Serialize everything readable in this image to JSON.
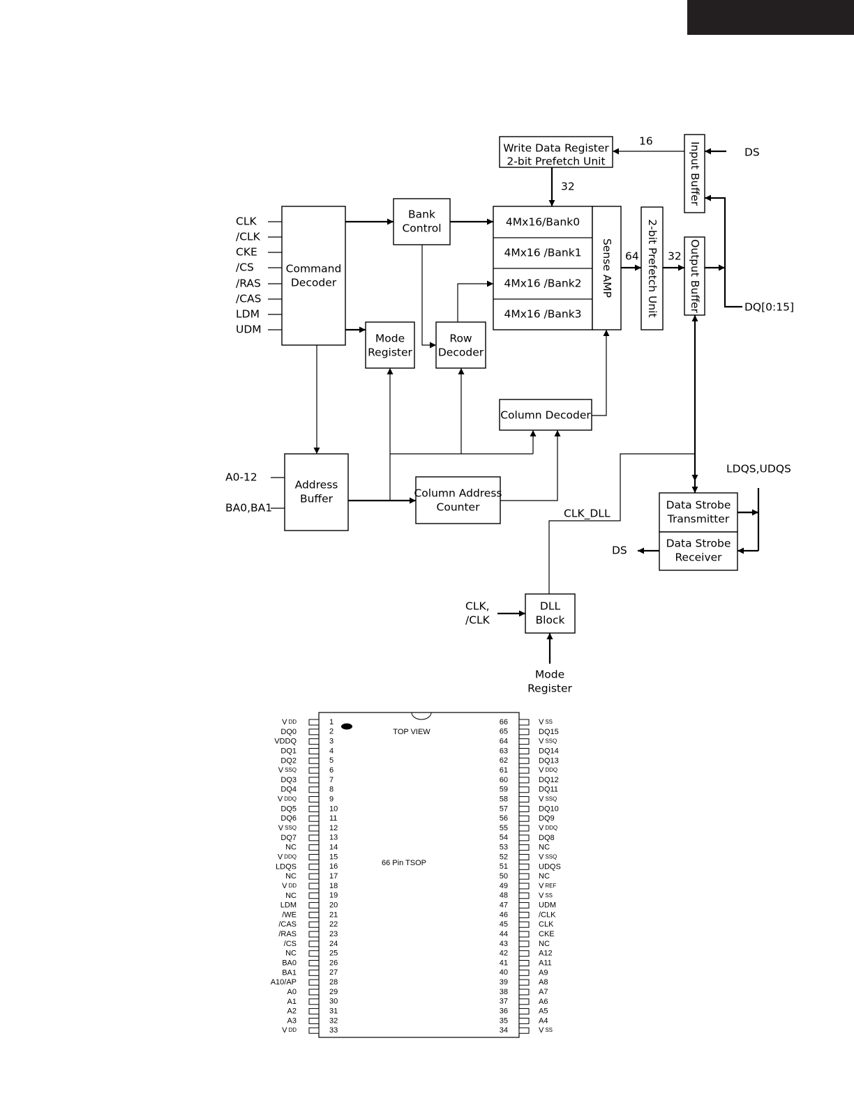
{
  "block_diagram": {
    "write_data_register": [
      "Write Data Register",
      "2-bit Prefetch Unit"
    ],
    "input_buffer": "Input Buffer",
    "output_buffer": "Output Buffer",
    "prefetch_unit": "2-bit Prefetch Unit",
    "sense_amp": "Sense AMP",
    "bank_control": [
      "Bank",
      "Control"
    ],
    "command_decoder": [
      "Command",
      "Decoder"
    ],
    "mode_register": [
      "Mode",
      "Register"
    ],
    "row_decoder": [
      "Row",
      "Decoder"
    ],
    "column_decoder": "Column Decoder",
    "address_buffer": [
      "Address",
      "Buffer"
    ],
    "column_address_counter": [
      "Column Address",
      "Counter"
    ],
    "data_strobe_transmitter": [
      "Data Strobe",
      "Transmitter"
    ],
    "data_strobe_receiver": [
      "Data Strobe",
      "Receiver"
    ],
    "dll_block": [
      "DLL",
      "Block"
    ],
    "banks": [
      "4Mx16/Bank0",
      "4Mx16 /Bank1",
      "4Mx16 /Bank2",
      "4Mx16 /Bank3"
    ],
    "command_signals": [
      "CLK",
      "/CLK",
      "CKE",
      "/CS",
      "/RAS",
      "/CAS",
      "LDM",
      "UDM"
    ],
    "address_signals": [
      "A0-12",
      "BA0,BA1"
    ],
    "bus_16": "16",
    "bus_32_wdr": "32",
    "bus_64": "64",
    "bus_32_out": "32",
    "ds_in": "DS",
    "ds_out": "DS",
    "dq": "DQ[0:15]",
    "ldqs_udqs": "LDQS,UDQS",
    "clk_dll": "CLK_DLL",
    "dll_clk_in": [
      "CLK,",
      "/CLK"
    ],
    "mode_register_in": [
      "Mode",
      "Register"
    ]
  },
  "pinout": {
    "top_view": "TOP VIEW",
    "package": "66 Pin TSOP",
    "left_pins": [
      {
        "num": "1",
        "name": "V",
        "sub": "DD"
      },
      {
        "num": "2",
        "name": "DQ0",
        "sub": ""
      },
      {
        "num": "3",
        "name": "VDDQ",
        "sub": ""
      },
      {
        "num": "4",
        "name": "DQ1",
        "sub": ""
      },
      {
        "num": "5",
        "name": "DQ2",
        "sub": ""
      },
      {
        "num": "6",
        "name": "V",
        "sub": "SSQ"
      },
      {
        "num": "7",
        "name": "DQ3",
        "sub": ""
      },
      {
        "num": "8",
        "name": "DQ4",
        "sub": ""
      },
      {
        "num": "9",
        "name": "V",
        "sub": "DDQ"
      },
      {
        "num": "10",
        "name": "DQ5",
        "sub": ""
      },
      {
        "num": "11",
        "name": "DQ6",
        "sub": ""
      },
      {
        "num": "12",
        "name": "V",
        "sub": "SSQ"
      },
      {
        "num": "13",
        "name": "DQ7",
        "sub": ""
      },
      {
        "num": "14",
        "name": "NC",
        "sub": ""
      },
      {
        "num": "15",
        "name": "V",
        "sub": "DDQ"
      },
      {
        "num": "16",
        "name": "LDQS",
        "sub": ""
      },
      {
        "num": "17",
        "name": "NC",
        "sub": ""
      },
      {
        "num": "18",
        "name": "V",
        "sub": "DD"
      },
      {
        "num": "19",
        "name": "NC",
        "sub": ""
      },
      {
        "num": "20",
        "name": "LDM",
        "sub": ""
      },
      {
        "num": "21",
        "name": "/WE",
        "sub": ""
      },
      {
        "num": "22",
        "name": "/CAS",
        "sub": ""
      },
      {
        "num": "23",
        "name": "/RAS",
        "sub": ""
      },
      {
        "num": "24",
        "name": "/CS",
        "sub": ""
      },
      {
        "num": "25",
        "name": "NC",
        "sub": ""
      },
      {
        "num": "26",
        "name": "BA0",
        "sub": ""
      },
      {
        "num": "27",
        "name": "BA1",
        "sub": ""
      },
      {
        "num": "28",
        "name": "A10/AP",
        "sub": ""
      },
      {
        "num": "29",
        "name": "A0",
        "sub": ""
      },
      {
        "num": "30",
        "name": "A1",
        "sub": ""
      },
      {
        "num": "31",
        "name": "A2",
        "sub": ""
      },
      {
        "num": "32",
        "name": "A3",
        "sub": ""
      },
      {
        "num": "33",
        "name": "V",
        "sub": "DD"
      }
    ],
    "right_pins": [
      {
        "num": "66",
        "name": "V",
        "sub": "SS"
      },
      {
        "num": "65",
        "name": "DQ15",
        "sub": ""
      },
      {
        "num": "64",
        "name": "V",
        "sub": "SSQ"
      },
      {
        "num": "63",
        "name": "DQ14",
        "sub": ""
      },
      {
        "num": "62",
        "name": "DQ13",
        "sub": ""
      },
      {
        "num": "61",
        "name": "V",
        "sub": "DDQ"
      },
      {
        "num": "60",
        "name": "DQ12",
        "sub": ""
      },
      {
        "num": "59",
        "name": "DQ11",
        "sub": ""
      },
      {
        "num": "58",
        "name": "V",
        "sub": "SSQ"
      },
      {
        "num": "57",
        "name": "DQ10",
        "sub": ""
      },
      {
        "num": "56",
        "name": "DQ9",
        "sub": ""
      },
      {
        "num": "55",
        "name": "V",
        "sub": "DDQ"
      },
      {
        "num": "54",
        "name": "DQ8",
        "sub": ""
      },
      {
        "num": "53",
        "name": "NC",
        "sub": ""
      },
      {
        "num": "52",
        "name": "V",
        "sub": "SSQ"
      },
      {
        "num": "51",
        "name": "UDQS",
        "sub": ""
      },
      {
        "num": "50",
        "name": "NC",
        "sub": ""
      },
      {
        "num": "49",
        "name": "V",
        "sub": "REF"
      },
      {
        "num": "48",
        "name": "V",
        "sub": "SS"
      },
      {
        "num": "47",
        "name": "UDM",
        "sub": ""
      },
      {
        "num": "46",
        "name": "/CLK",
        "sub": ""
      },
      {
        "num": "45",
        "name": "CLK",
        "sub": ""
      },
      {
        "num": "44",
        "name": "CKE",
        "sub": ""
      },
      {
        "num": "43",
        "name": "NC",
        "sub": ""
      },
      {
        "num": "42",
        "name": "A12",
        "sub": ""
      },
      {
        "num": "41",
        "name": "A11",
        "sub": ""
      },
      {
        "num": "40",
        "name": "A9",
        "sub": ""
      },
      {
        "num": "39",
        "name": "A8",
        "sub": ""
      },
      {
        "num": "38",
        "name": "A7",
        "sub": ""
      },
      {
        "num": "37",
        "name": "A6",
        "sub": ""
      },
      {
        "num": "36",
        "name": "A5",
        "sub": ""
      },
      {
        "num": "35",
        "name": "A4",
        "sub": ""
      },
      {
        "num": "34",
        "name": "V",
        "sub": "SS"
      }
    ]
  }
}
